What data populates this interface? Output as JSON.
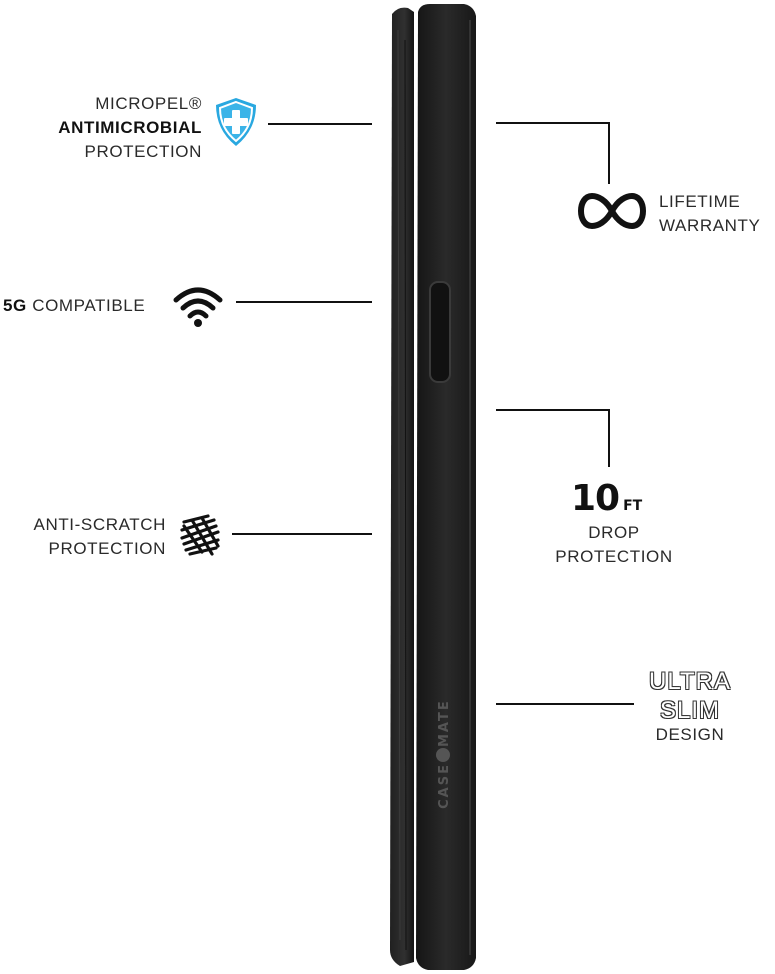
{
  "features": {
    "antimicrobial": {
      "line1": "MICROPEL®",
      "line2": "ANTIMICROBIAL",
      "line3": "PROTECTION",
      "icon": "shield-plus-icon"
    },
    "fiveg": {
      "bold": "5G",
      "text": "COMPATIBLE",
      "icon": "wifi-icon"
    },
    "scratch": {
      "line1": "ANTI-SCRATCH",
      "line2": "PROTECTION",
      "icon": "scribble-icon"
    },
    "warranty": {
      "line1": "LIFETIME",
      "line2": "WARRANTY",
      "icon": "infinity-icon"
    },
    "drop": {
      "number": "10",
      "unit": "FT",
      "line1": "DROP",
      "line2": "PROTECTION"
    },
    "slim": {
      "line1": "ULTRA",
      "line2": "SLIM",
      "line3": "DESIGN"
    }
  },
  "brand": {
    "left": "CASE",
    "right": "MATE"
  },
  "colors": {
    "shield": "#29a8e0",
    "case": "#1c1c1c",
    "text": "#2a2a2a"
  }
}
